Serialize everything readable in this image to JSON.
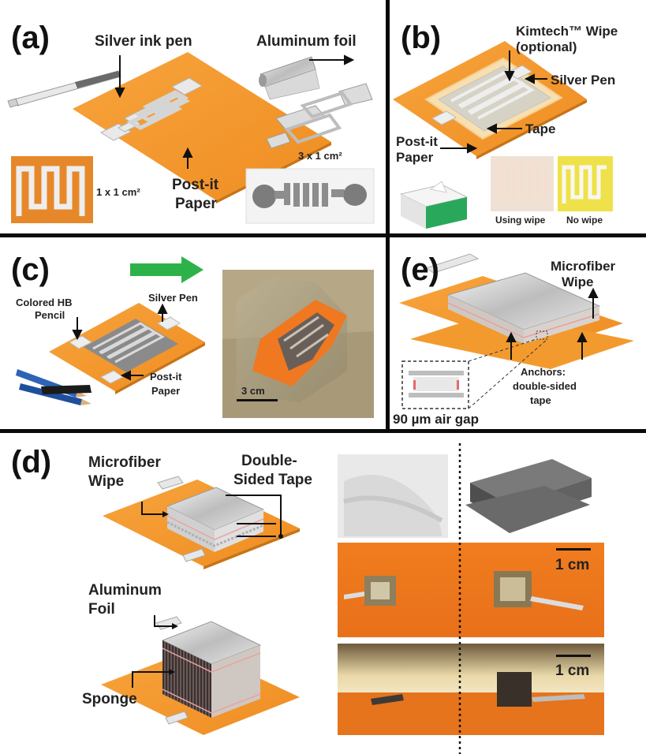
{
  "panels": {
    "a": {
      "letter": "(a)",
      "silver_ink_pen": "Silver ink pen",
      "aluminum_foil": "Aluminum foil",
      "size_small": "1 x 1 cm²",
      "size_large": "3 x 1 cm²",
      "post_it_paper_1": "Post-it",
      "post_it_paper_2": "Paper"
    },
    "b": {
      "letter": "(b)",
      "kimtech_wipe_1": "Kimtech™ Wipe",
      "kimtech_wipe_2": "(optional)",
      "silver_pen": "Silver Pen",
      "tape": "Tape",
      "post_it_1": "Post-it",
      "post_it_2": "Paper",
      "using_wipe": "Using wipe",
      "no_wipe": "No wipe"
    },
    "c": {
      "letter": "(c)",
      "colored_hb_1": "Colored HB",
      "colored_hb_2": "Pencil",
      "silver_pen": "Silver Pen",
      "post_it_1": "Post-it",
      "post_it_2": "Paper",
      "scale": "3 cm"
    },
    "e": {
      "letter": "(e)",
      "microfiber_1": "Microfiber",
      "microfiber_2": "Wipe",
      "anchors_1": "Anchors:",
      "anchors_2": "double-sided",
      "anchors_3": "tape",
      "air_gap": "90 µm air gap"
    },
    "d": {
      "letter": "(d)",
      "microfiber_1": "Microfiber",
      "microfiber_2": "Wipe",
      "dst_1": "Double-",
      "dst_2": "Sided Tape",
      "aluminum_1": "Aluminum",
      "aluminum_2": "Foil",
      "sponge": "Sponge",
      "scale_1": "1 cm",
      "scale_2": "1 cm"
    }
  },
  "colors": {
    "postit": "#f39a2e",
    "postit_dark": "#d9801d",
    "silver": "#cfcfcf",
    "green_arrow": "#2db24a",
    "divider": "#0a0a0a"
  }
}
